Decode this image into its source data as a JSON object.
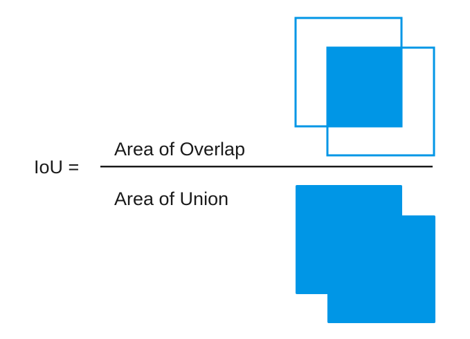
{
  "formula": {
    "lhs": "IoU =",
    "numerator": "Area of Overlap",
    "denominator": "Area of Union"
  },
  "colors": {
    "shape_blue": "#0096e6",
    "text": "#1a1a1a",
    "fraction_bar": "#1a1a1a"
  }
}
